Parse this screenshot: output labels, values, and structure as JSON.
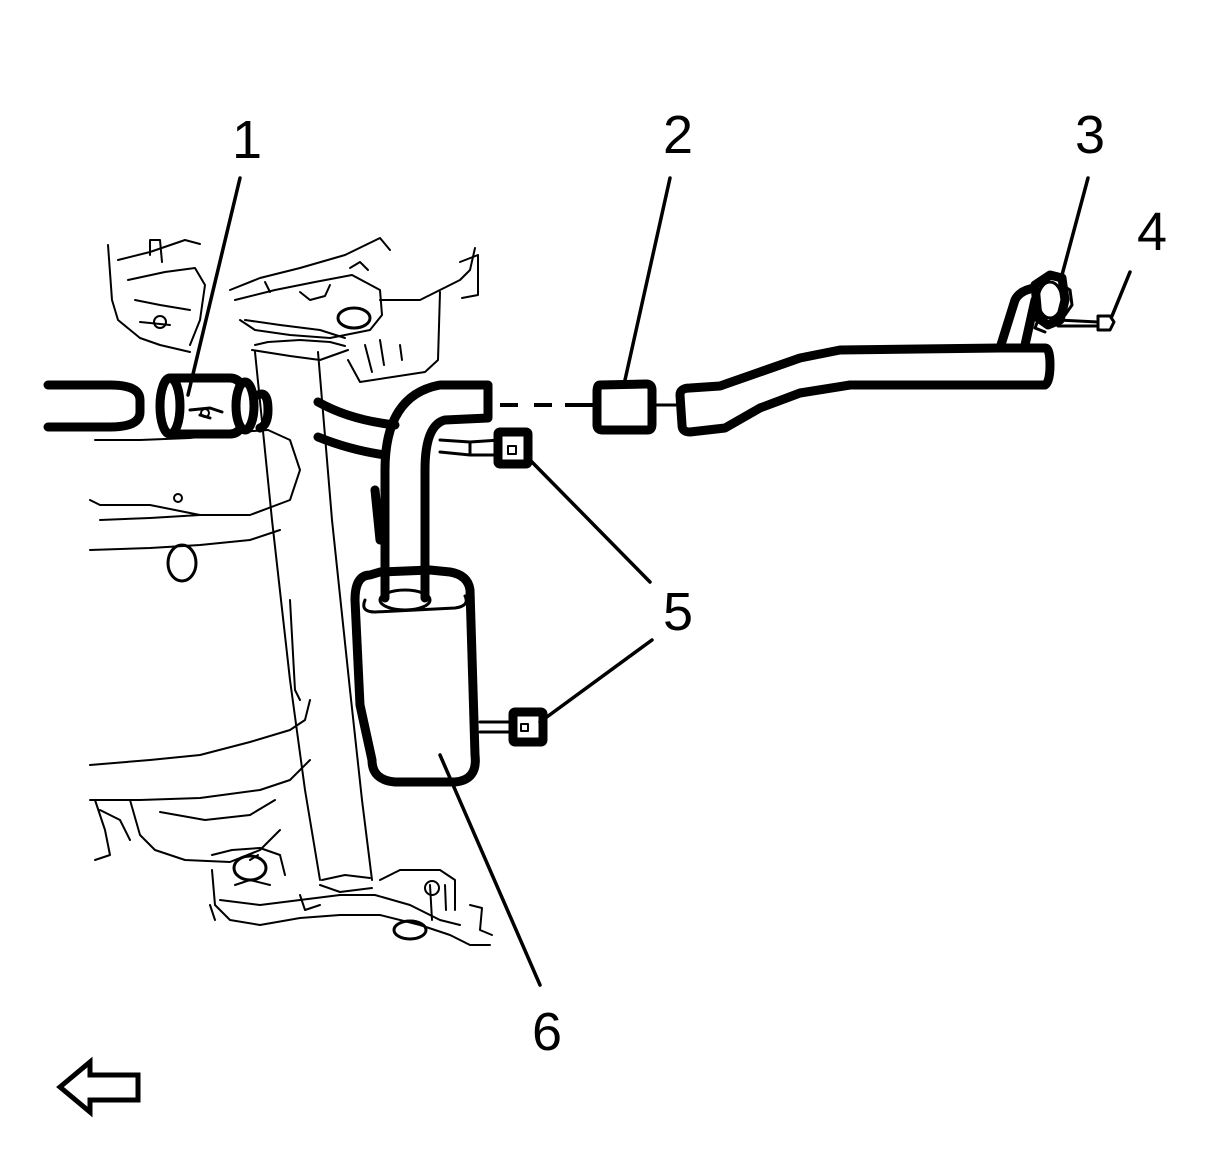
{
  "diagram": {
    "callouts": [
      {
        "id": "1",
        "label": "1"
      },
      {
        "id": "2",
        "label": "2"
      },
      {
        "id": "3",
        "label": "3"
      },
      {
        "id": "4",
        "label": "4"
      },
      {
        "id": "5",
        "label": "5"
      },
      {
        "id": "6",
        "label": "6"
      }
    ],
    "direction_arrow": "left-arrow-icon"
  }
}
